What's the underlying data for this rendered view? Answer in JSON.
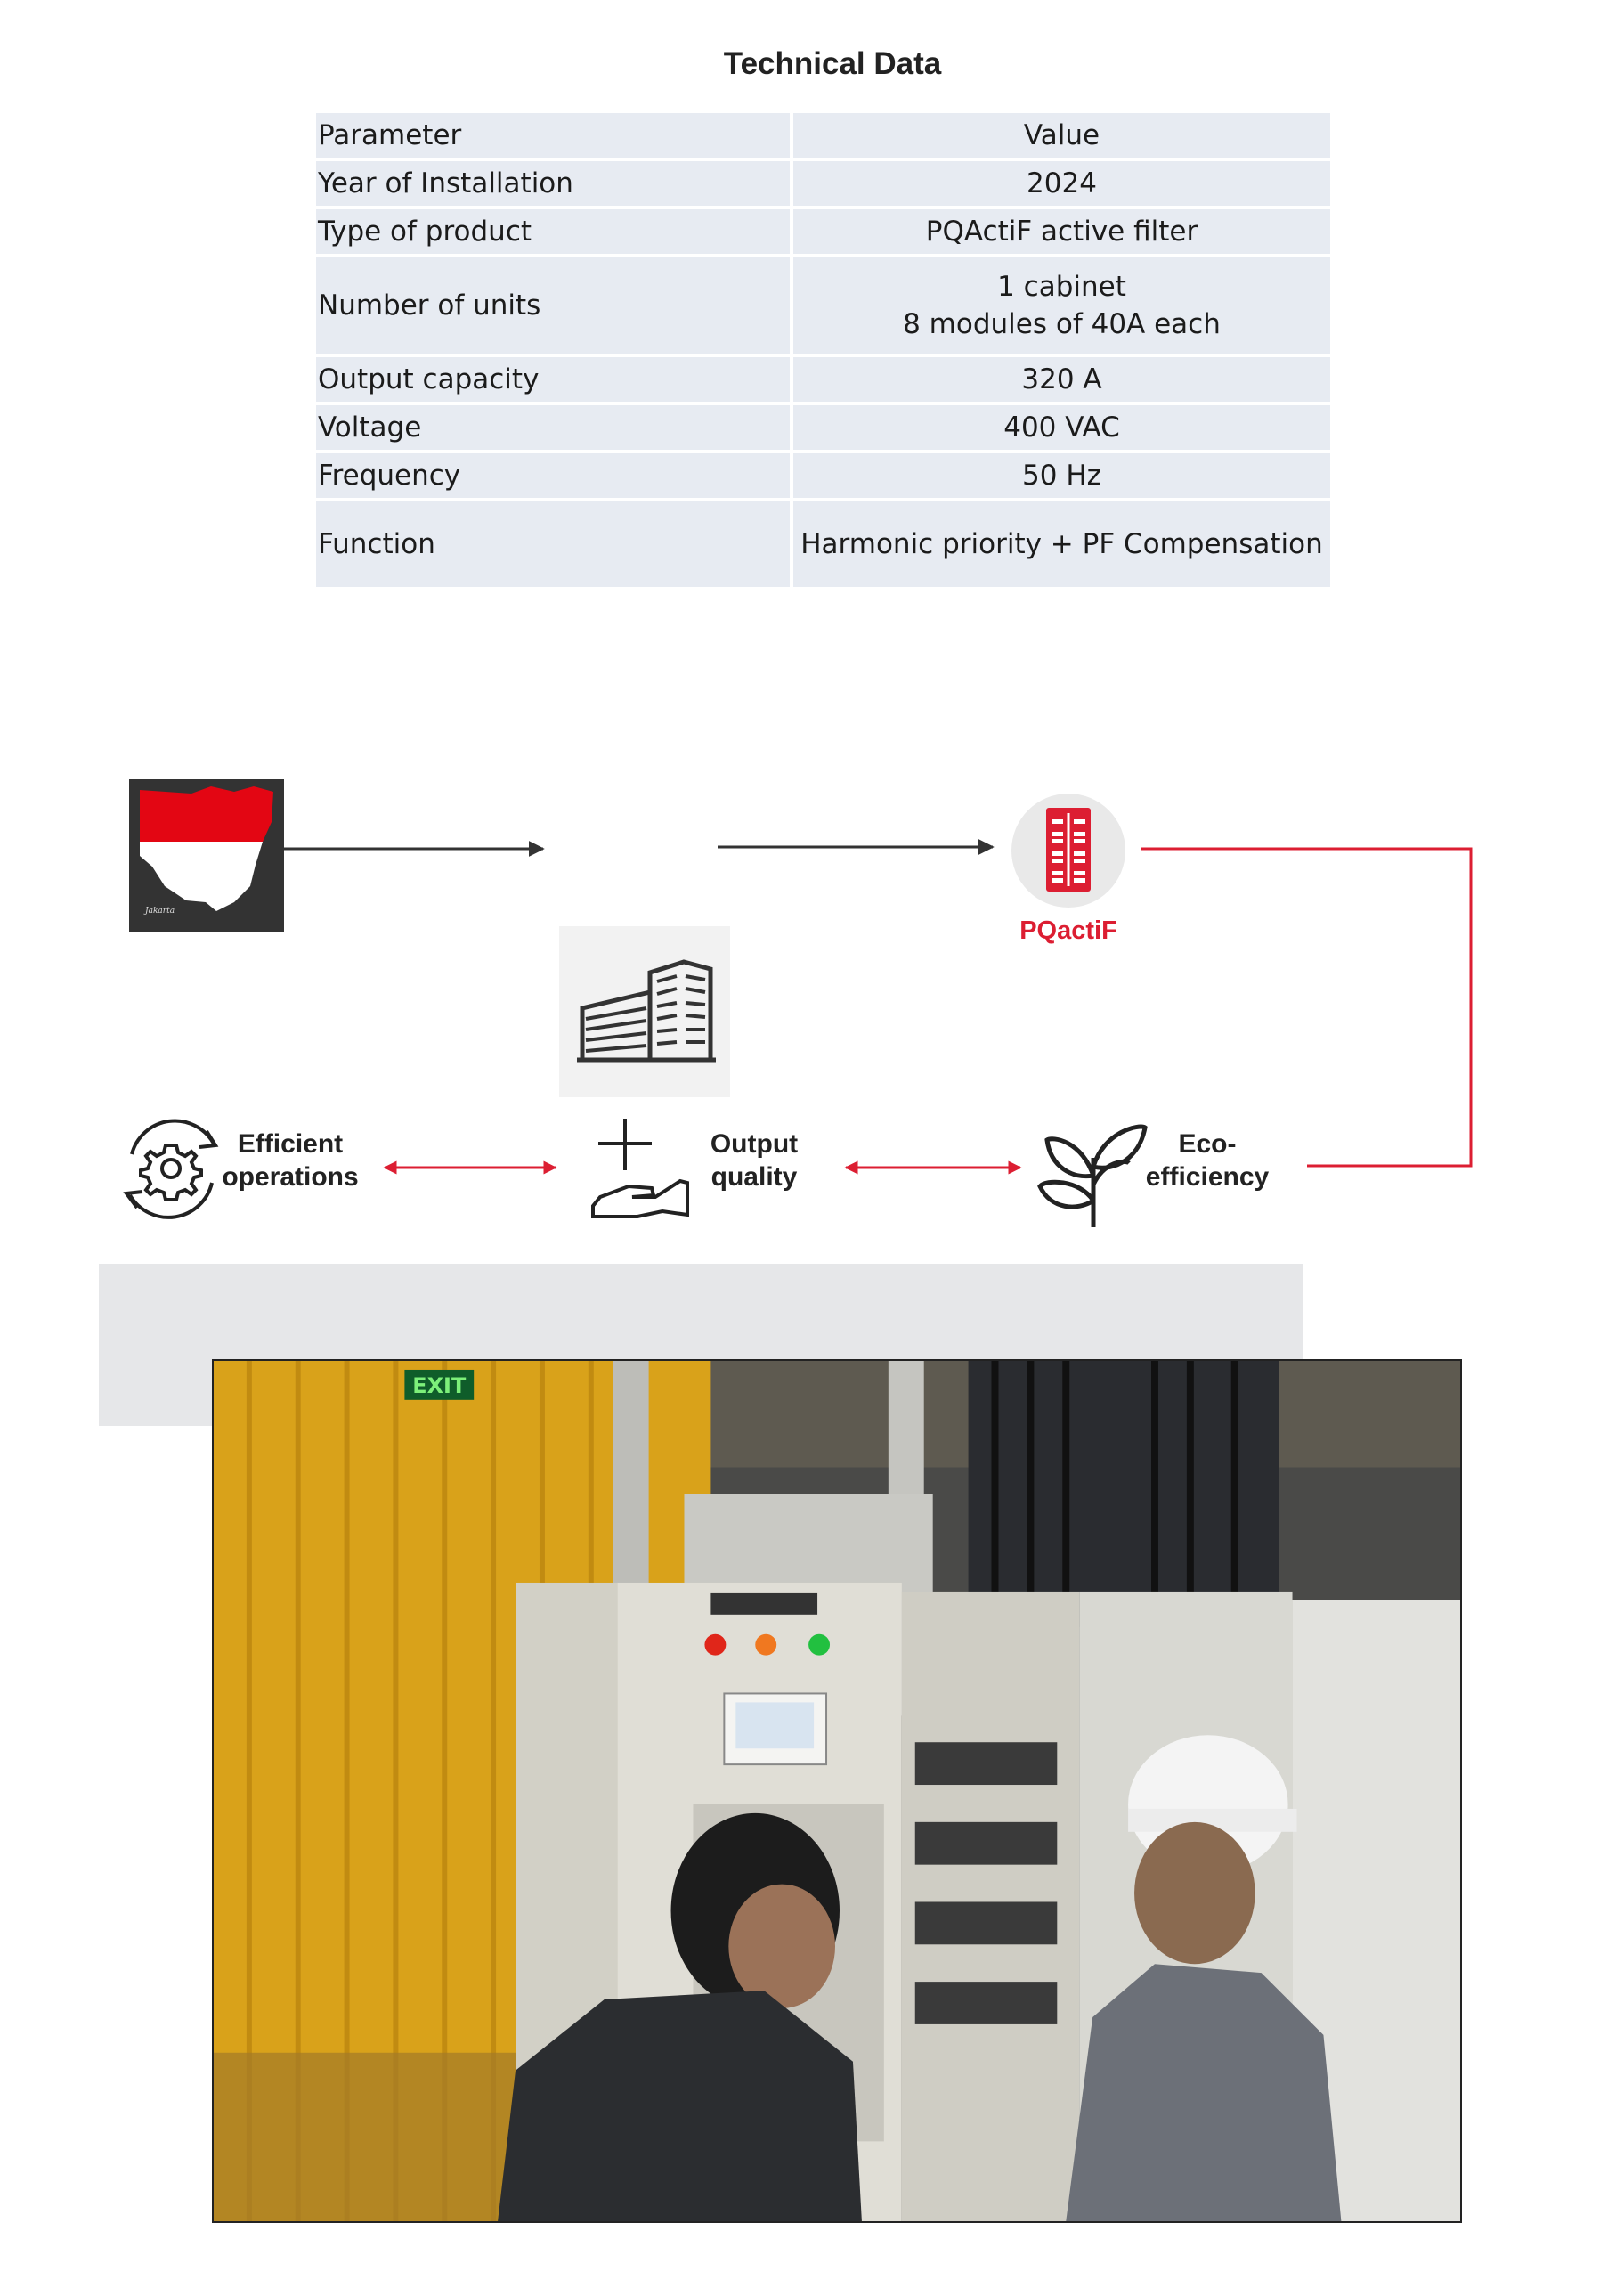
{
  "title": "Technical Data",
  "table": {
    "headers": [
      "Parameter",
      "Value"
    ],
    "rows": [
      [
        "Year of Installation",
        "2024"
      ],
      [
        "Type of product",
        "PQActiF active filter"
      ],
      [
        "Number of units",
        "1 cabinet",
        "8 modules of 40A each"
      ],
      [
        "Output capacity",
        "320 A"
      ],
      [
        "Voltage",
        "400 VAC"
      ],
      [
        "Frequency",
        "50 Hz"
      ],
      [
        "Function",
        "Harmonic priority + PF Compensation"
      ]
    ]
  },
  "diagram": {
    "product_label": "PQactiF",
    "benefits": {
      "efficient_line1": "Efficient",
      "efficient_line2": "operations",
      "output_line1": "Output",
      "output_line2": "quality",
      "eco_line1": "Eco-",
      "eco_line2": "efficiency"
    },
    "exit_sign": "EXIT",
    "colors": {
      "accent": "#dc1e32",
      "flow_line": "#333333",
      "indonesia_red": "#e30613",
      "icon_bg": "#eeeeee"
    }
  }
}
